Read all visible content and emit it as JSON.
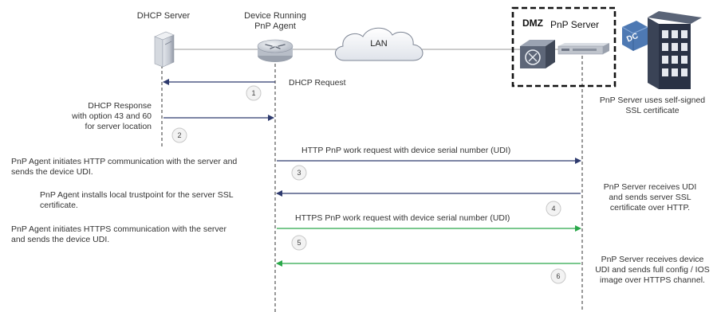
{
  "actors": {
    "dhcp_server": "DHCP Server",
    "device_line1": "Device Running",
    "device_line2": "PnP Agent",
    "lan": "LAN",
    "dmz": "DMZ",
    "pnp_server": "PnP Server",
    "dc_badge": "DC"
  },
  "notes": {
    "ssl_line1": "PnP Server uses self-signed",
    "ssl_line2": "SSL certificate"
  },
  "messages": {
    "m1": "DHCP Request",
    "m2_line1": "DHCP Response",
    "m2_line2": "with option 43 and 60",
    "m2_line3": "for server location",
    "m3": "HTTP  PnP work request with device serial number (UDI)",
    "m5": "HTTPS  PnP work request with device serial number (UDI)"
  },
  "steps": [
    "1",
    "2",
    "3",
    "4",
    "5",
    "6"
  ],
  "left_notes": {
    "n3_line1": "PnP Agent initiates HTTP  communication with the server and",
    "n3_line2": "sends the device UDI.",
    "n4_line1": "PnP Agent installs local trustpoint for the server SSL",
    "n4_line2": "certificate.",
    "n5_line1": "PnP Agent initiates HTTPS  communication with the server",
    "n5_line2": "and sends the device UDI."
  },
  "right_notes": {
    "r4_line1": "PnP Server receives UDI",
    "r4_line2": "and sends server SSL",
    "r4_line3": "certificate over HTTP.",
    "r6_line1": "PnP Server receives device",
    "r6_line2": "UDI and sends full config / IOS",
    "r6_line3": "image over HTTPS channel."
  },
  "colors": {
    "http_arrow": "#2e3a6e",
    "https_arrow": "#2aa84a",
    "dmz_border": "#111111"
  }
}
